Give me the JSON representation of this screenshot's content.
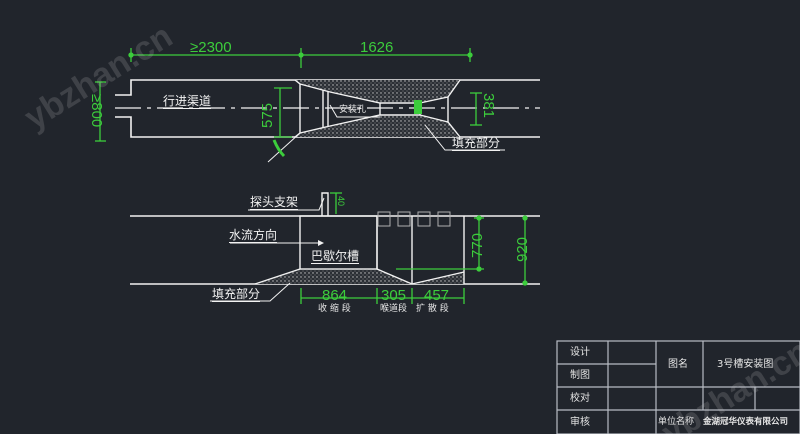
{
  "watermarks": [
    "ybzhan.cn",
    "ybzhan.cn"
  ],
  "colors": {
    "background": "#21252c",
    "lines": "#f2f2f2",
    "dimensions": "#3ccd3c",
    "fill_hatch": "#bfbfbf"
  },
  "plan_view": {
    "dimensions": {
      "upstream_length": "≥2300",
      "flume_length": "1626",
      "channel_width": "≥800",
      "inlet_width": "575",
      "outlet_width": "381"
    },
    "labels": {
      "approach_channel": "行进渠道",
      "mount_hole": "安装孔",
      "fill_section": "填充部分"
    }
  },
  "elevation_view": {
    "labels": {
      "probe_bracket": "探头支架",
      "flow_direction": "水流方向",
      "parshall_flume": "巴歇尔槽",
      "fill_section": "填充部分"
    },
    "dimensions": {
      "bracket_height": "40",
      "flume_height": "770",
      "total_height": "920",
      "converging_len": "864",
      "throat_len": "305",
      "diverging_len": "457"
    },
    "section_names": {
      "converging": "收 缩 段",
      "throat": "喉道段",
      "diverging": "扩 散 段"
    }
  },
  "title_block": {
    "rows": [
      "设计",
      "制图",
      "校对",
      "审核"
    ],
    "drawing_name_label": "图名",
    "drawing_name": "3号槽安装图",
    "company_label": "单位名称",
    "company": "金湖冠华仪表有限公司"
  }
}
